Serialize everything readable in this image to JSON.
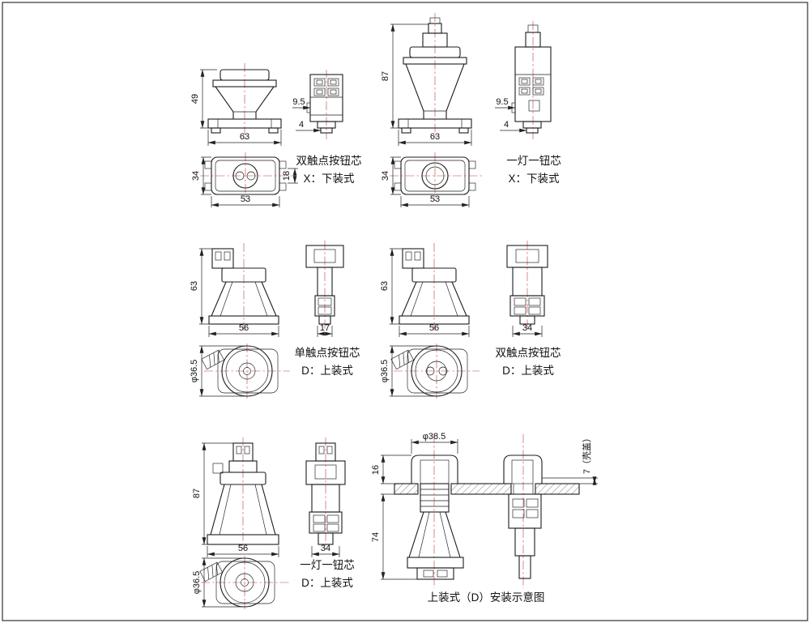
{
  "sheet": {
    "background": "#ffffff",
    "line_color": "#1c1c1c",
    "centerline_color": "#c43a3a",
    "dimension_color": "#222222"
  },
  "views": {
    "x_double": {
      "caption_name": "双触点按钮芯",
      "caption_type": "X：下装式",
      "dim_height": "49",
      "dim_width": "63",
      "dim_side_offset": "9.5",
      "dim_side_foot": "4",
      "dim_top_height": "34",
      "dim_top_tab": "18",
      "dim_top_width": "53"
    },
    "x_lamp": {
      "caption_name": "一灯一钮芯",
      "caption_type": "X：下装式",
      "dim_height": "87",
      "dim_width": "63",
      "dim_side_offset": "9.5",
      "dim_side_foot": "4",
      "dim_top_height": "34",
      "dim_top_width": "53"
    },
    "d_single": {
      "caption_name": "单触点按钮芯",
      "caption_type": "D：上装式",
      "dim_height": "63",
      "dim_width": "56",
      "dim_side_width": "17",
      "dim_diameter": "φ36.5"
    },
    "d_double": {
      "caption_name": "双触点按钮芯",
      "caption_type": "D：上装式",
      "dim_height": "63",
      "dim_width": "56",
      "dim_side_width": "34",
      "dim_diameter": "φ36.5"
    },
    "d_lamp": {
      "caption_name": "一灯一钮芯",
      "caption_type": "D：上装式",
      "dim_height": "87",
      "dim_width": "56",
      "dim_side_width": "34",
      "dim_diameter": "φ36.5"
    },
    "install": {
      "caption": "上装式（D）安装示意图",
      "dim_hole_diameter": "φ38.5",
      "dim_above_panel": "16",
      "dim_below_panel": "74",
      "dim_cover": "7（壳盖）"
    }
  }
}
